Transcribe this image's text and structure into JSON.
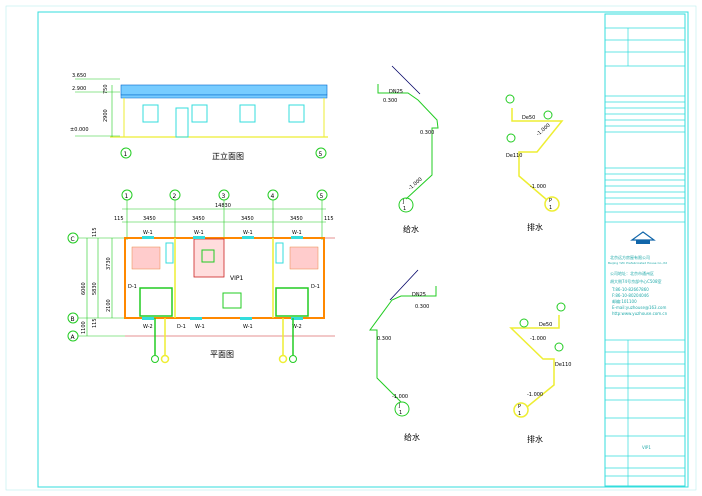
{
  "elevation": {
    "title": "正立面图",
    "levels": [
      "3.650",
      "2.900",
      "±0.000"
    ],
    "dims": [
      "750",
      "2900"
    ],
    "axes": [
      "1",
      "5"
    ]
  },
  "plan": {
    "title": "平面图",
    "axes_top": [
      "1",
      "2",
      "3",
      "4",
      "5"
    ],
    "axes_left": [
      "C",
      "B",
      "A"
    ],
    "total_width": "14830",
    "bay": "3450",
    "edge": "115",
    "vertical_dims": [
      "6060",
      "5830",
      "3730",
      "2100",
      "115",
      "1100",
      "115"
    ],
    "room_label": "VIP1",
    "window_w1": "W-1",
    "window_w2": "W-2",
    "door_d1": "D-1"
  },
  "supply_diagrams": {
    "title": "给水",
    "pipe": "DN25",
    "level_1": "0.300",
    "level_2": "-1.000",
    "riser_top": "J",
    "riser_bottom": "1"
  },
  "drain_diagrams": {
    "title": "排水",
    "pipe_1": "De50",
    "pipe_2": "De110",
    "level": "-1.000",
    "riser_top": "P",
    "riser_bottom": "1"
  },
  "title_block": {
    "company_cn": "北京远方房屋有限公司",
    "company_en": "Beijing YZC Prefabricated House Co.,ltd",
    "address_1": "公司地址：北京市通州区",
    "address_2": "胡大侧74号京部中心C508室",
    "tel": "T:86-10-82667860",
    "fax": "F:86-10-80204046",
    "postcode": "邮编:101100",
    "email": "E-mail:yuzhouse@163.com",
    "web": "http:www.yuzhouse.com.cn",
    "drawing_no": "VIP1"
  },
  "colors": {
    "frame": "#33dddd",
    "pipe_supply": "#22cc22",
    "pipe_drain": "#eeee33",
    "wall": "#ff8800"
  }
}
